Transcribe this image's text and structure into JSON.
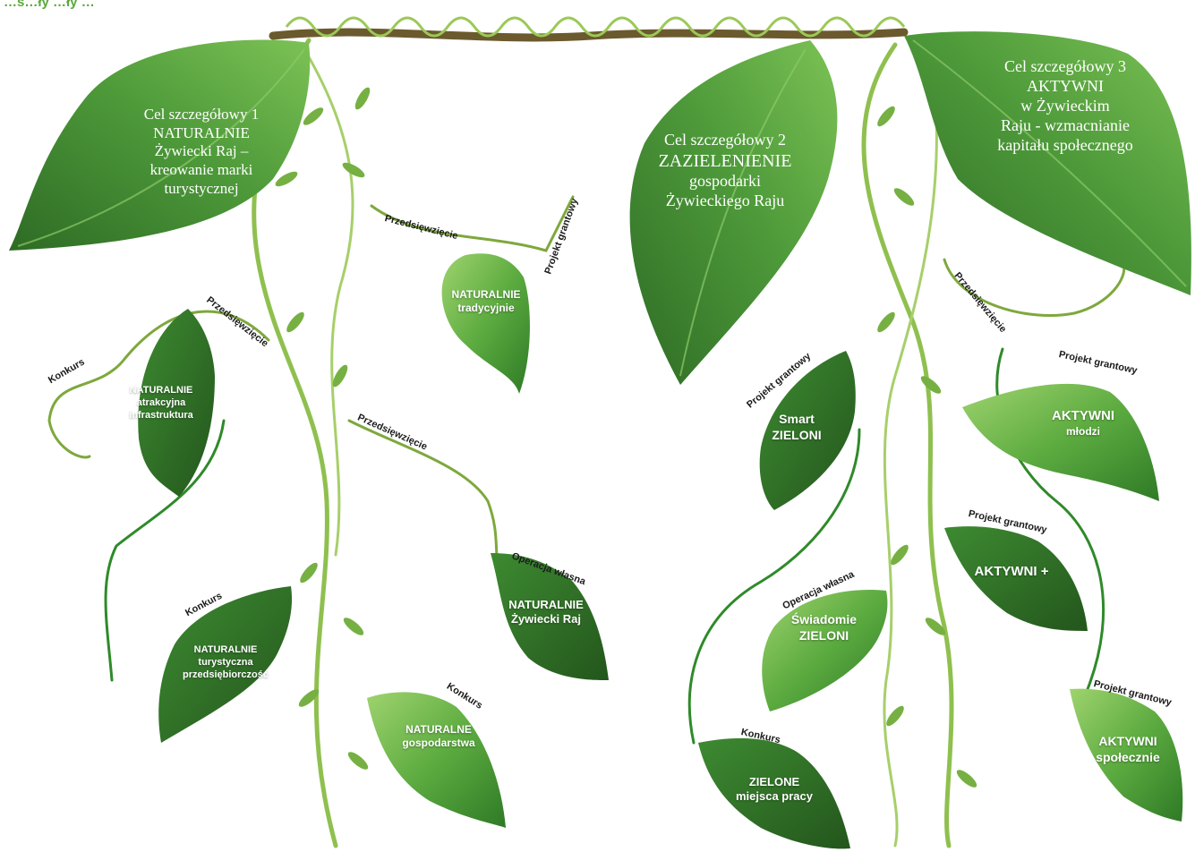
{
  "colors": {
    "leaf_dark": "#2e6b25",
    "leaf_mid": "#4e9a3a",
    "leaf_light": "#9fd36e",
    "vine": "#86b44a",
    "vine_dark": "#2f8a2a",
    "top_text": "#5aa93a"
  },
  "header_fragment": "…ś…ły    …ły …",
  "goals": [
    {
      "lines": [
        "Cel  szczegółowy 1",
        "NATURALNIE",
        "Żywiecki Raj –",
        "kreowanie marki",
        "turystycznej"
      ]
    },
    {
      "lines": [
        "Cel szczegółowy 2",
        "ZAZIELENIENIE",
        "gospodarki",
        "Żywieckiego Raju"
      ]
    },
    {
      "lines": [
        "Cel szczegółowy 3",
        "AKTYWNI",
        "w Żywieckim",
        "Raju - wzmacnianie",
        "kapitału społecznego"
      ]
    }
  ],
  "projects": [
    {
      "line1": "NATURALNIE",
      "line2": "tradycyjnie",
      "type_labels": [
        "Przedsięwzięcie",
        "Projekt grantowy"
      ]
    },
    {
      "line1": "NATURALNIE",
      "line2": "atrakcyjna",
      "line3": "infrastruktura",
      "type_labels": [
        "Przedsięwzięcie",
        "Konkurs"
      ]
    },
    {
      "line1": "NATURALNIE",
      "line2": "Żywiecki Raj",
      "type_labels": [
        "Przedsięwzięcie",
        "Operacja własna"
      ]
    },
    {
      "line1": "NATURALNIE",
      "line2": "turystyczna",
      "line3": "przedsiębiorczość",
      "type_labels": [
        "Konkurs"
      ]
    },
    {
      "line1": "NATURALNE",
      "line2": "gospodarstwa",
      "type_labels": [
        "Konkurs"
      ]
    },
    {
      "line1": "Smart",
      "line2": "ZIELONI",
      "type_labels": [
        "Projekt grantowy"
      ]
    },
    {
      "line1": "Świadomie",
      "line2": "ZIELONI",
      "type_labels": [
        "Operacja własna"
      ]
    },
    {
      "line1": "ZIELONE",
      "line2": "miejsca pracy",
      "type_labels": [
        "Konkurs"
      ]
    },
    {
      "line1": "AKTYWNI",
      "line2": "młodzi",
      "type_labels": [
        "Przedsięwzięcie",
        "Projekt grantowy"
      ]
    },
    {
      "line1": "AKTYWNI +",
      "type_labels": [
        "Projekt grantowy"
      ]
    },
    {
      "line1": "AKTYWNI",
      "line2": "społecznie",
      "type_labels": [
        "Projekt grantowy"
      ]
    }
  ]
}
